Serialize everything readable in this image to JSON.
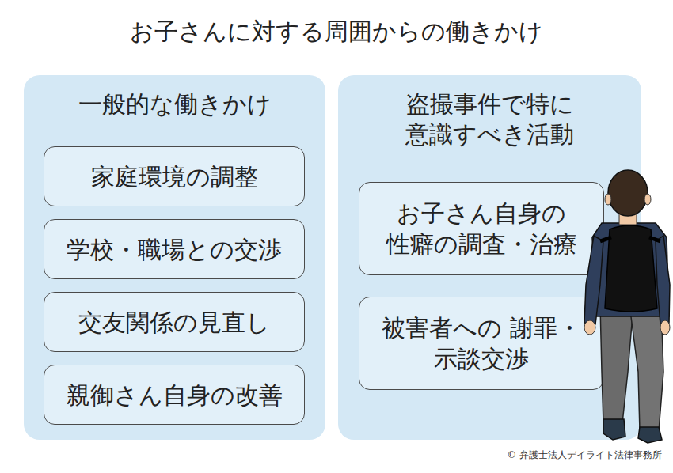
{
  "diagram": {
    "title": "お子さんに対する周囲からの働きかけ",
    "nodes": [
      {
        "text": [
          "一般的な働きかけ"
        ]
      },
      {
        "text": [
          "家庭環境の調整"
        ],
        "in": 0
      },
      {
        "text": [
          "学校・職場との交渉"
        ],
        "in": 0
      },
      {
        "text": [
          "交友関係の見直し"
        ],
        "in": 0
      },
      {
        "text": [
          "親御さん自身の改善"
        ],
        "in": 0
      },
      {
        "text": [
          "盗撮事件で特に 意識すべき活動"
        ]
      },
      {
        "text": [
          "お子さん自身の 性癖の調査・治療"
        ],
        "in": 5
      },
      {
        "text": [
          "被害者への 謝罪・示談交渉"
        ],
        "in": 5
      }
    ],
    "labels": [
      "© 弁護士法人デイライト法律事務所"
    ]
  }
}
